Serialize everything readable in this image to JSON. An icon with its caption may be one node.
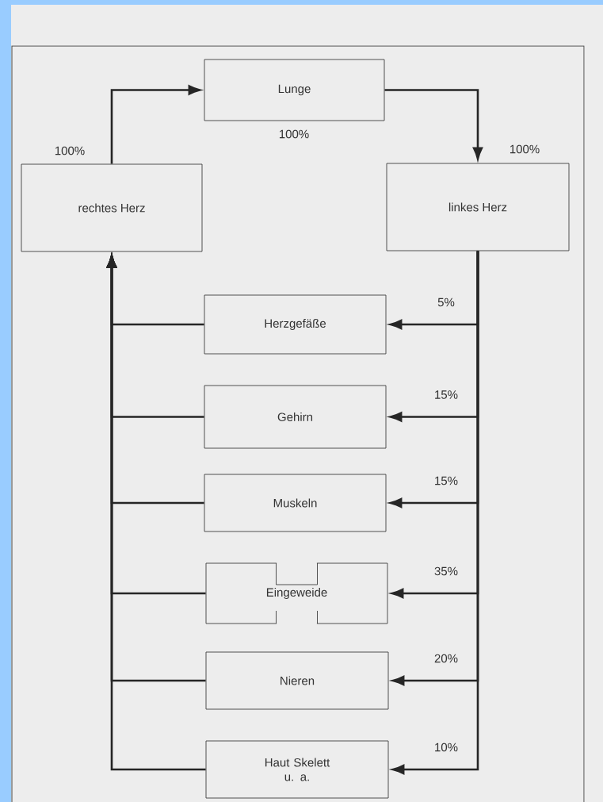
{
  "diagram": {
    "nodes": [
      {
        "text": [
          "Lunge"
        ],
        "beside": [
          "100%"
        ]
      },
      {
        "text": [
          "rechtes Herz"
        ],
        "beside": [
          "100%"
        ]
      },
      {
        "text": [
          "linkes Herz"
        ],
        "beside": [
          "100%"
        ]
      },
      {
        "text": [
          "Herzgefäße"
        ]
      },
      {
        "text": [
          "Gehirn"
        ]
      },
      {
        "text": [
          "Muskeln"
        ]
      },
      {
        "text": [
          "Eingeweide"
        ]
      },
      {
        "text": [
          "Nieren"
        ]
      },
      {
        "text": [
          "Haut Skelett u. a."
        ]
      }
    ],
    "edges": [
      {
        "from": 1,
        "to": 0,
        "arrow": "to"
      },
      {
        "from": 0,
        "to": 2,
        "arrow": "to"
      },
      {
        "from": 2,
        "to": 3,
        "arrow": "to",
        "label": "5%"
      },
      {
        "from": 2,
        "to": 4,
        "arrow": "to",
        "label": "15%"
      },
      {
        "from": 2,
        "to": 5,
        "arrow": "to",
        "label": "15%"
      },
      {
        "from": 2,
        "to": 6,
        "arrow": "to",
        "label": "35%"
      },
      {
        "from": 2,
        "to": 7,
        "arrow": "to",
        "label": "20%"
      },
      {
        "from": 2,
        "to": 8,
        "arrow": "to",
        "label": "10%"
      },
      {
        "from": 3,
        "to": 1,
        "arrow": "to"
      },
      {
        "from": 4,
        "to": 1,
        "arrow": "to"
      },
      {
        "from": 5,
        "to": 1,
        "arrow": "to"
      },
      {
        "from": 6,
        "to": 1,
        "arrow": "to"
      },
      {
        "from": 7,
        "to": 1,
        "arrow": "to"
      },
      {
        "from": 8,
        "to": 1,
        "arrow": "to"
      }
    ]
  }
}
